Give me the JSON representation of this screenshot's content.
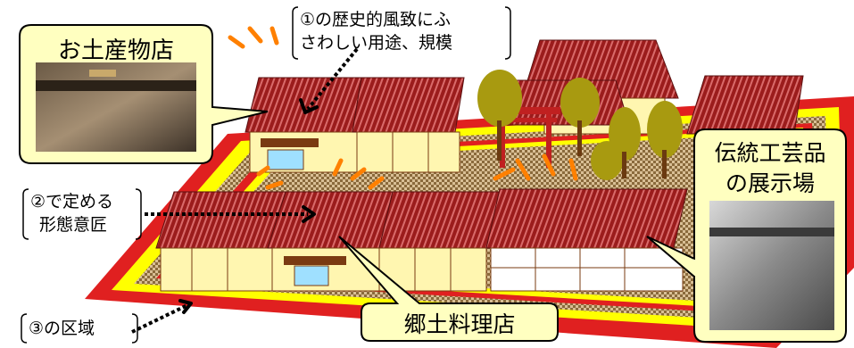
{
  "callouts": {
    "souvenir_shop": "お土産物店",
    "craft_exhibit_line1": "伝統工芸品",
    "craft_exhibit_line2": "の展示場",
    "local_restaurant": "郷土料理店"
  },
  "annotations": {
    "use_scale_line1": "①の歴史的風致にふ",
    "use_scale_line2": "さわしい用途、規模",
    "design_line1": "②で定める",
    "design_line2": "形態意匠",
    "area": "③の区域"
  },
  "colors": {
    "roof": "#9b1c1c",
    "roof_stripe": "#c94a4a",
    "wall": "#fff6b0",
    "timber": "#7a3b12",
    "ground_red": "#e02020",
    "ground_yellow": "#ffff00",
    "bubble_fill": "#ffffc0",
    "ray": "#ff8000",
    "tree": "#a89a10",
    "gravel": "#c8a67a"
  }
}
